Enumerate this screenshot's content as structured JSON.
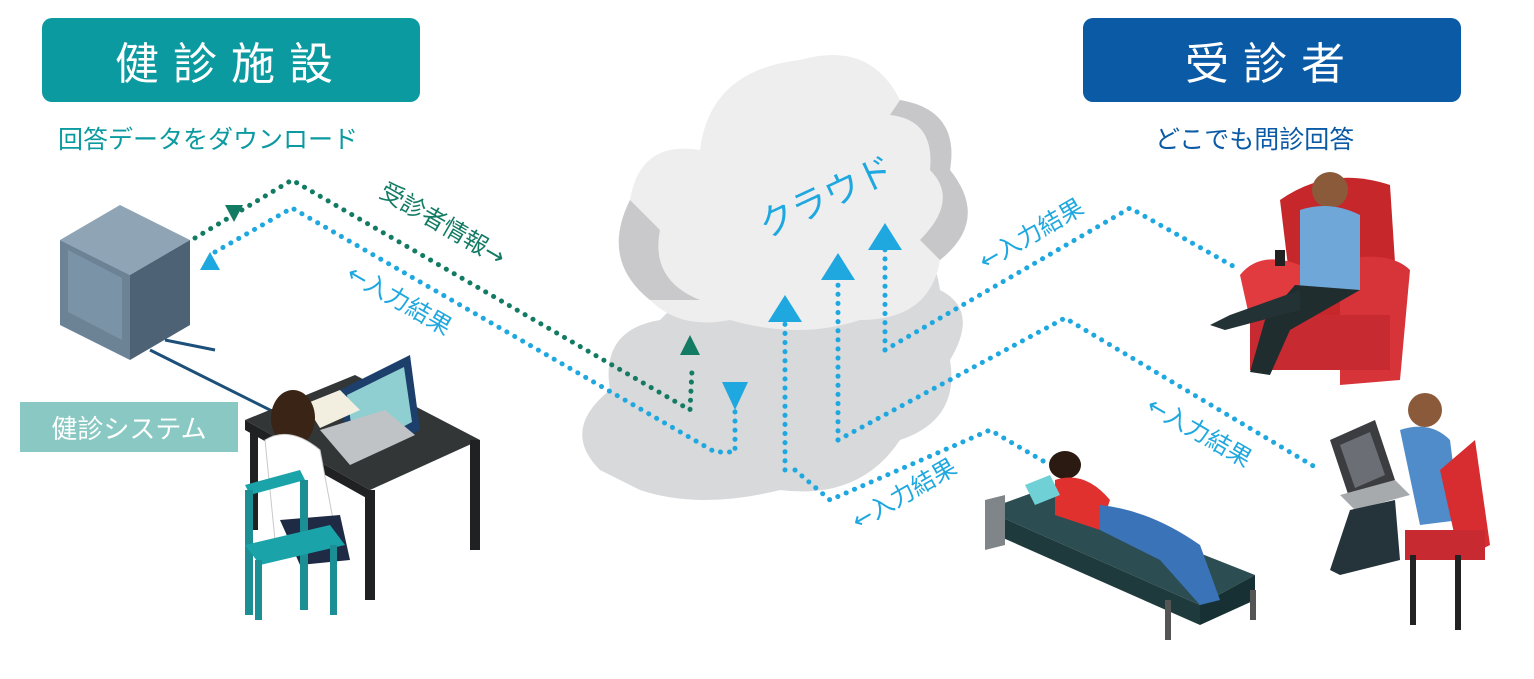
{
  "left_header": {
    "title": "健診施設",
    "subtitle": "回答データをダウンロード"
  },
  "right_header": {
    "title": "受診者",
    "subtitle": "どこでも問診回答"
  },
  "system_label": "健診システム",
  "cloud_label": "クラウド",
  "flows": {
    "patient_info": "受診者情報→",
    "result_left": "←入力結果",
    "result_top_right": "←入力結果",
    "result_mid_right": "←入力結果",
    "result_bottom": "←入力結果"
  },
  "colors": {
    "facility": "#0b9aa0",
    "patient": "#0a5aa6",
    "flow_blue": "#1fa8df",
    "flow_green": "#137b63",
    "system": "#8ac9c3"
  }
}
